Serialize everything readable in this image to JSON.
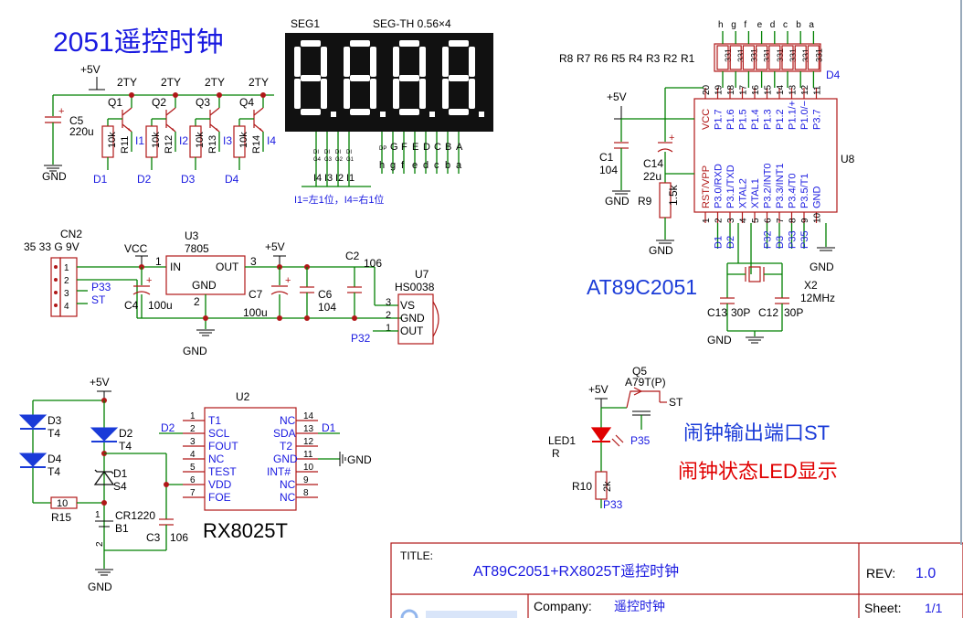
{
  "title": "2051遥控时钟",
  "display": {
    "seg_label": "SEG1",
    "part": "SEG-TH  0.56×4",
    "pins_bottom_left": [
      "DI G4",
      "DI G3",
      "DI G2",
      "DI G1"
    ],
    "pins_bottom_right": [
      "DP",
      "G",
      "F",
      "E",
      "D",
      "C",
      "B",
      "A"
    ],
    "nets_left": [
      "I4",
      "I3",
      "I2",
      "I1"
    ],
    "nets_right": [
      "h",
      "g",
      "f",
      "e",
      "d",
      "c",
      "b",
      "a"
    ],
    "note": "I1=左1位，I4=右1位"
  },
  "driver": {
    "vcc": "+5V",
    "c5": "C5",
    "c5v": "220u",
    "gnd": "GND",
    "q": [
      "Q1",
      "Q2",
      "Q3",
      "Q4"
    ],
    "qtype": "2TY",
    "r": [
      "R11",
      "R12",
      "R13",
      "R14"
    ],
    "rv": "10k",
    "i": [
      "I1",
      "I2",
      "I3",
      "I4"
    ],
    "d": [
      "D1",
      "D2",
      "D3",
      "D4"
    ]
  },
  "resnet": {
    "top": [
      "h",
      "g",
      "f",
      "e",
      "d",
      "c",
      "b",
      "a"
    ],
    "r": [
      "R8",
      "R7",
      "R6",
      "R5",
      "R4",
      "R3",
      "R2",
      "R1"
    ],
    "rv": "331",
    "d4": "D4"
  },
  "mcu": {
    "name": "U8",
    "part": "AT89C2051",
    "top_pins": [
      "20",
      "19",
      "18",
      "17",
      "16",
      "15",
      "14",
      "13",
      "12",
      "11"
    ],
    "top_names": [
      "VCC",
      "P1.7",
      "P1.6",
      "P1.5",
      "P1.4",
      "P1.3",
      "P1.2",
      "P1.1/+",
      "P1.0/−",
      "P3.7"
    ],
    "bot_pins": [
      "1",
      "2",
      "3",
      "4",
      "5",
      "6",
      "7",
      "8",
      "9",
      "10"
    ],
    "bot_names": [
      "RST/VPP",
      "P3.0/RXD",
      "P3.1/TXD",
      "XTAL2",
      "XTAL1",
      "P3.2/INT0",
      "P3.3/INT1",
      "P3.4/T0",
      "P3.5/T1",
      "GND"
    ],
    "bot_nets": [
      "D1",
      "D2",
      "",
      "",
      "P32",
      "D3",
      "P33",
      "P35"
    ],
    "vcc": "+5V",
    "c1": "C1",
    "c1v": "104",
    "c14": "C14",
    "c14v": "22u",
    "r9": "R9",
    "r9v": "1.5k",
    "gnd": "GND",
    "x2": "X2",
    "x2v": "12MHz",
    "c13": "C13",
    "c12": "C12",
    "cv": "30P"
  },
  "power": {
    "cn2": "CN2",
    "cn2_note": "35 33 G 9V",
    "pins": [
      "1",
      "2",
      "3",
      "4"
    ],
    "p33": "P33",
    "st": "ST",
    "vcc": "VCC",
    "u3": "U3",
    "reg": "7805",
    "in": "IN",
    "out": "OUT",
    "gndp": "GND",
    "p1": "1",
    "p2": "2",
    "p3": "3",
    "c4": "C4",
    "c4v": "100u",
    "c7": "C7",
    "c7v": "100u",
    "c6": "C6",
    "c6v": "104",
    "c2": "C2",
    "c2v": "106",
    "v5": "+5V",
    "gnd": "GND",
    "u7": "U7",
    "ir": "HS0038",
    "vs": "VS",
    "gndn": "GND",
    "outn": "OUT",
    "p32": "P32"
  },
  "rtc": {
    "v5": "+5V",
    "d3": "D3",
    "t4": "T4",
    "d4": "D4",
    "d2": "D2",
    "d1": "D1",
    "s4": "S4",
    "r15": "R15",
    "r15v": "10",
    "b1": "B1",
    "bat": "CR1220",
    "c3": "C3",
    "c3v": "106",
    "gnd": "GND",
    "u2": "U2",
    "part": "RX8025T",
    "left": [
      [
        "1",
        "T1"
      ],
      [
        "2",
        "SCL"
      ],
      [
        "3",
        "FOUT"
      ],
      [
        "4",
        "NC"
      ],
      [
        "5",
        "TEST"
      ],
      [
        "6",
        "VDD"
      ],
      [
        "7",
        "FOE"
      ]
    ],
    "right": [
      [
        "14",
        "NC"
      ],
      [
        "13",
        "SDA"
      ],
      [
        "12",
        "T2"
      ],
      [
        "11",
        "GND"
      ],
      [
        "10",
        "INT#"
      ],
      [
        "9",
        "NC"
      ],
      [
        "8",
        "NC"
      ]
    ],
    "net_d2": "D2",
    "net_d1": "D1",
    "gndr": "GND"
  },
  "alarm": {
    "v5": "+5V",
    "q5": "Q5",
    "qp": "A79T(P)",
    "st": "ST",
    "p35": "P35",
    "led": "LED1",
    "ledv": "R",
    "r10": "R10",
    "r10v": "2k",
    "p33": "P33",
    "text1": "闹钟输出端口ST",
    "text2": "闹钟状态LED显示"
  },
  "titleblock": {
    "title_lbl": "TITLE:",
    "title": "AT89C2051+RX8025T遥控时钟",
    "rev_lbl": "REV:",
    "rev": "1.0",
    "company_lbl": "Company:",
    "company": "遥控时钟",
    "sheet_lbl": "Sheet:",
    "sheet": "1/1"
  }
}
